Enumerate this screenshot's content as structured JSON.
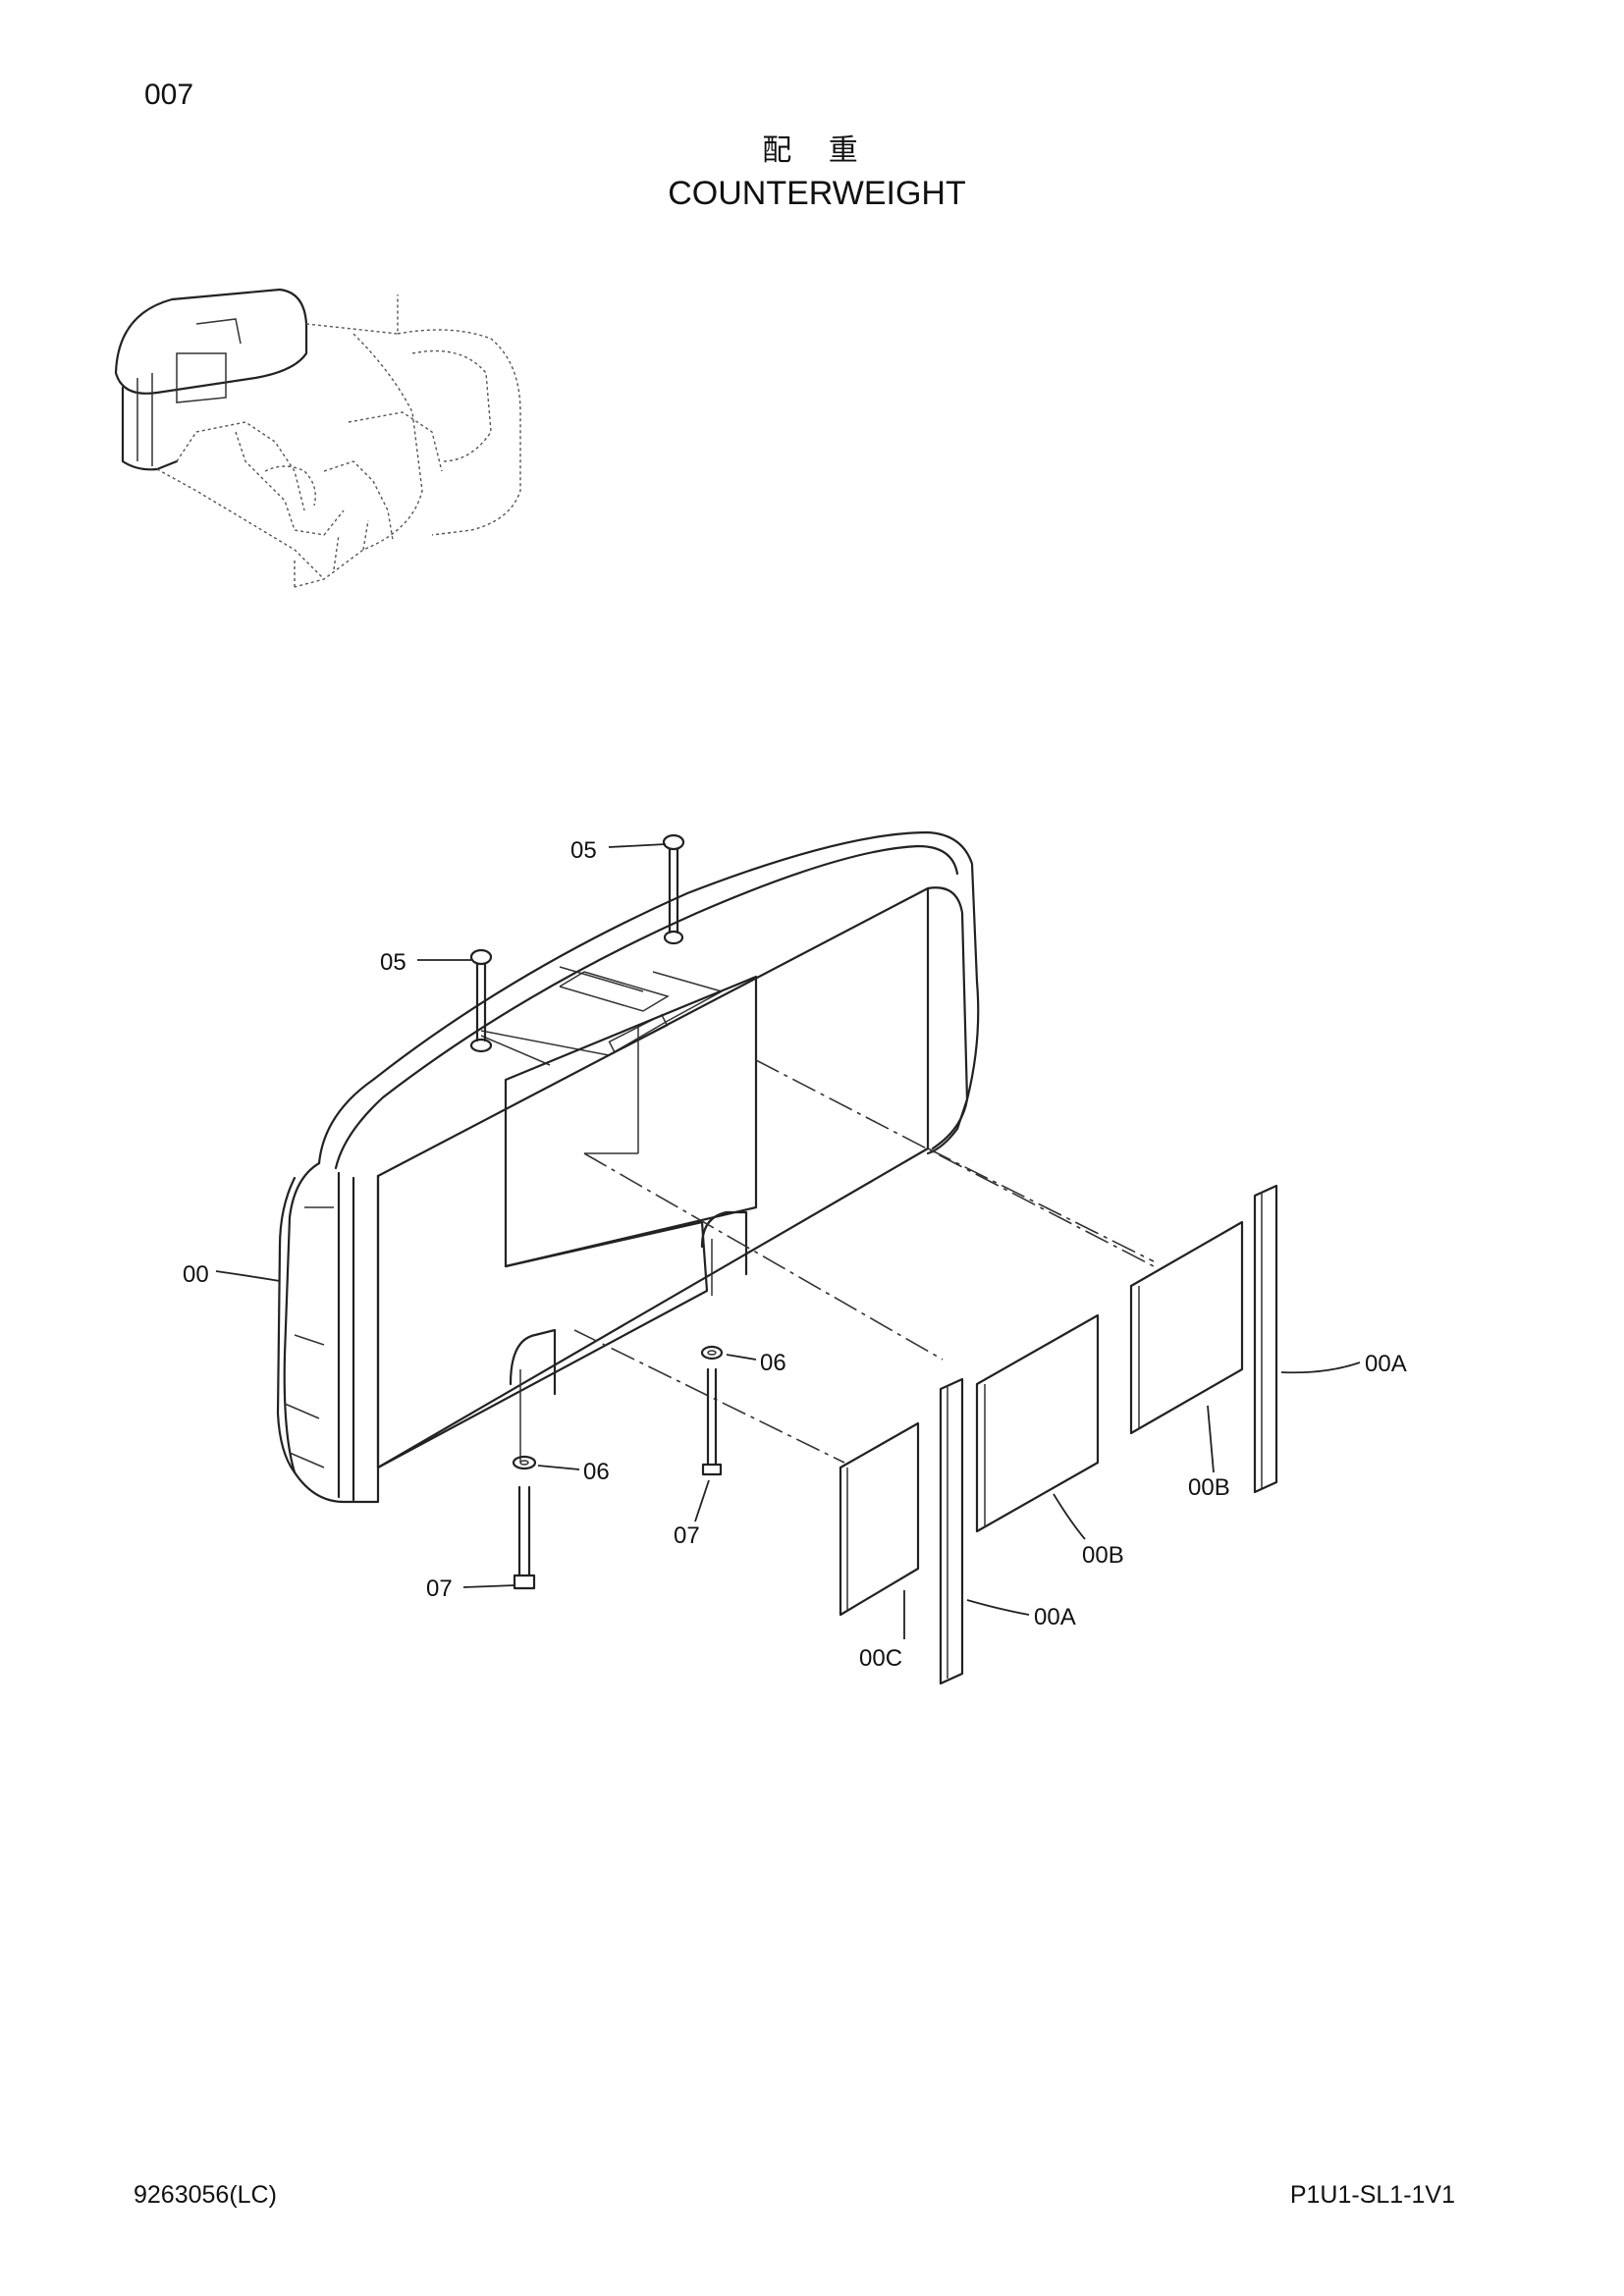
{
  "header": {
    "page_number": "007",
    "title_jp": "配 重",
    "title_en": "COUNTERWEIGHT"
  },
  "callouts": {
    "c05a": "05",
    "c05b": "05",
    "c00": "00",
    "c06a": "06",
    "c06b": "06",
    "c07a": "07",
    "c07b": "07",
    "c00a_1": "00A",
    "c00a_2": "00A",
    "c00b_1": "00B",
    "c00b_2": "00B",
    "c00c": "00C"
  },
  "footer": {
    "left_code": "9263056(LC)",
    "right_code": "P1U1-SL1-1V1"
  }
}
